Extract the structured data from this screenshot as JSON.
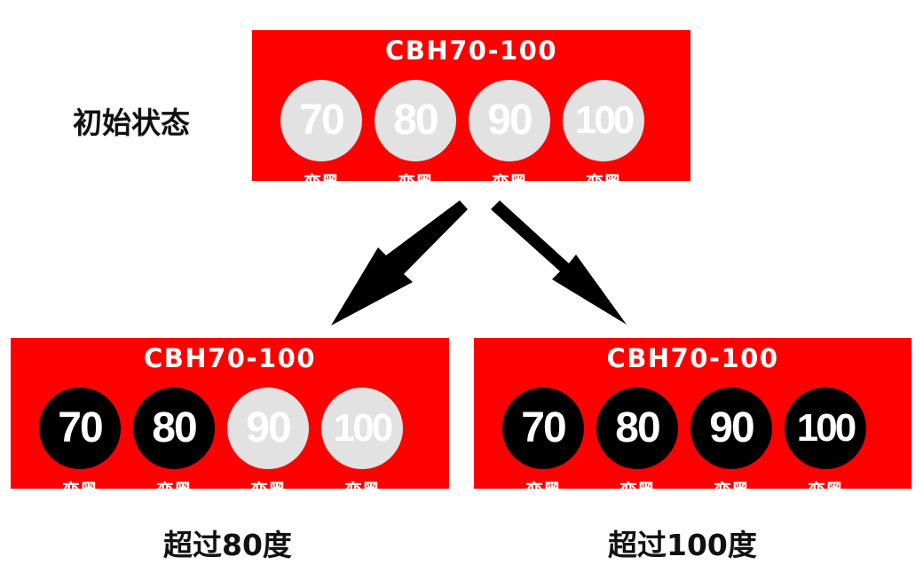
{
  "states": {
    "initial": {
      "label": "初始状态",
      "model": "CBH70-100",
      "dots": [
        {
          "value": "70",
          "caption": "变黑",
          "triggered": false
        },
        {
          "value": "80",
          "caption": "变黑",
          "triggered": false
        },
        {
          "value": "90",
          "caption": "变黑",
          "triggered": false
        },
        {
          "value": "100",
          "caption": "变黑",
          "triggered": false
        }
      ]
    },
    "over80": {
      "label": "超过80度",
      "model": "CBH70-100",
      "dots": [
        {
          "value": "70",
          "caption": "变黑",
          "triggered": true
        },
        {
          "value": "80",
          "caption": "变黑",
          "triggered": true
        },
        {
          "value": "90",
          "caption": "变黑",
          "triggered": false
        },
        {
          "value": "100",
          "caption": "变黑",
          "triggered": false
        }
      ]
    },
    "over100": {
      "label": "超过100度",
      "model": "CBH70-100",
      "dots": [
        {
          "value": "70",
          "caption": "变黑",
          "triggered": true
        },
        {
          "value": "80",
          "caption": "变黑",
          "triggered": true
        },
        {
          "value": "90",
          "caption": "变黑",
          "triggered": true
        },
        {
          "value": "100",
          "caption": "变黑",
          "triggered": true
        }
      ]
    }
  },
  "colors": {
    "card_background": "#ff0000",
    "dot_raw": "#e2e2e2",
    "dot_triggered": "#000000",
    "arrow": "#000000"
  }
}
